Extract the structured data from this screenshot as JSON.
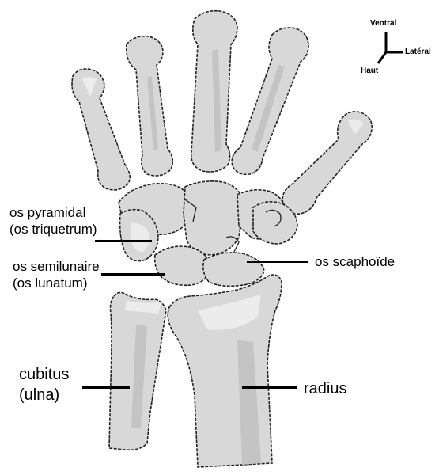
{
  "labels": {
    "pyramidal_line1": "os pyramidal",
    "pyramidal_line2": "(os triquetrum)",
    "semilunaire_line1": "os semilunaire",
    "semilunaire_line2": "(os lunatum)",
    "scaphoide": "os scaphoïde",
    "cubitus_line1": "cubitus",
    "cubitus_line2": "(ulna)",
    "radius": "radius"
  },
  "orientation": {
    "ventral": "Ventral",
    "lateral": "Latéral",
    "haut": "Haut"
  },
  "colors": {
    "bone_fill": "#d8d8d8",
    "bone_shade": "#c4c4c4",
    "bone_light": "#ececec",
    "outline": "#222222",
    "label_text": "#000000"
  }
}
